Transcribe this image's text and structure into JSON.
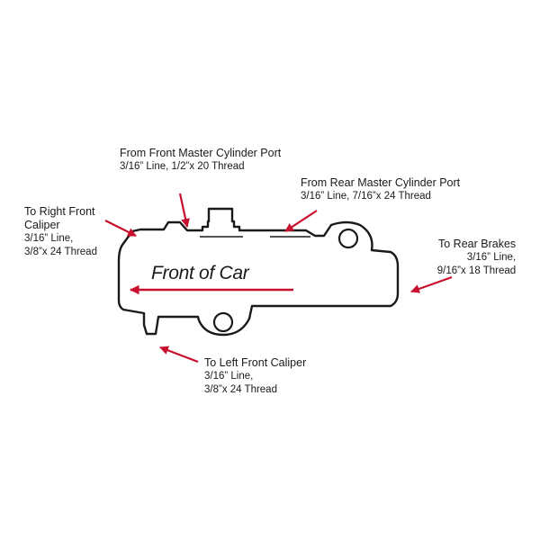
{
  "colors": {
    "outline": "#1a1a1a",
    "arrow": "#c8102e",
    "background": "#ffffff"
  },
  "body_label": "Front of Car",
  "callouts": {
    "front_master": {
      "title": "From Front Master Cylinder Port",
      "spec": "3/16” Line, 1/2”x 20 Thread"
    },
    "rear_master": {
      "title": "From Rear Master Cylinder Port",
      "spec": "3/16” Line, 7/16”x 24 Thread"
    },
    "right_front": {
      "title_line1": "To Right Front",
      "title_line2": "Caliper",
      "spec_line1": "3/16” Line,",
      "spec_line2": "3/8”x 24 Thread"
    },
    "rear_brakes": {
      "title": "To Rear Brakes",
      "spec_line1": "3/16” Line,",
      "spec_line2": "9/16”x 18 Thread"
    },
    "left_front": {
      "title": "To Left Front Caliper",
      "spec_line1": "3/16” Line,",
      "spec_line2": "3/8”x 24 Thread"
    }
  }
}
